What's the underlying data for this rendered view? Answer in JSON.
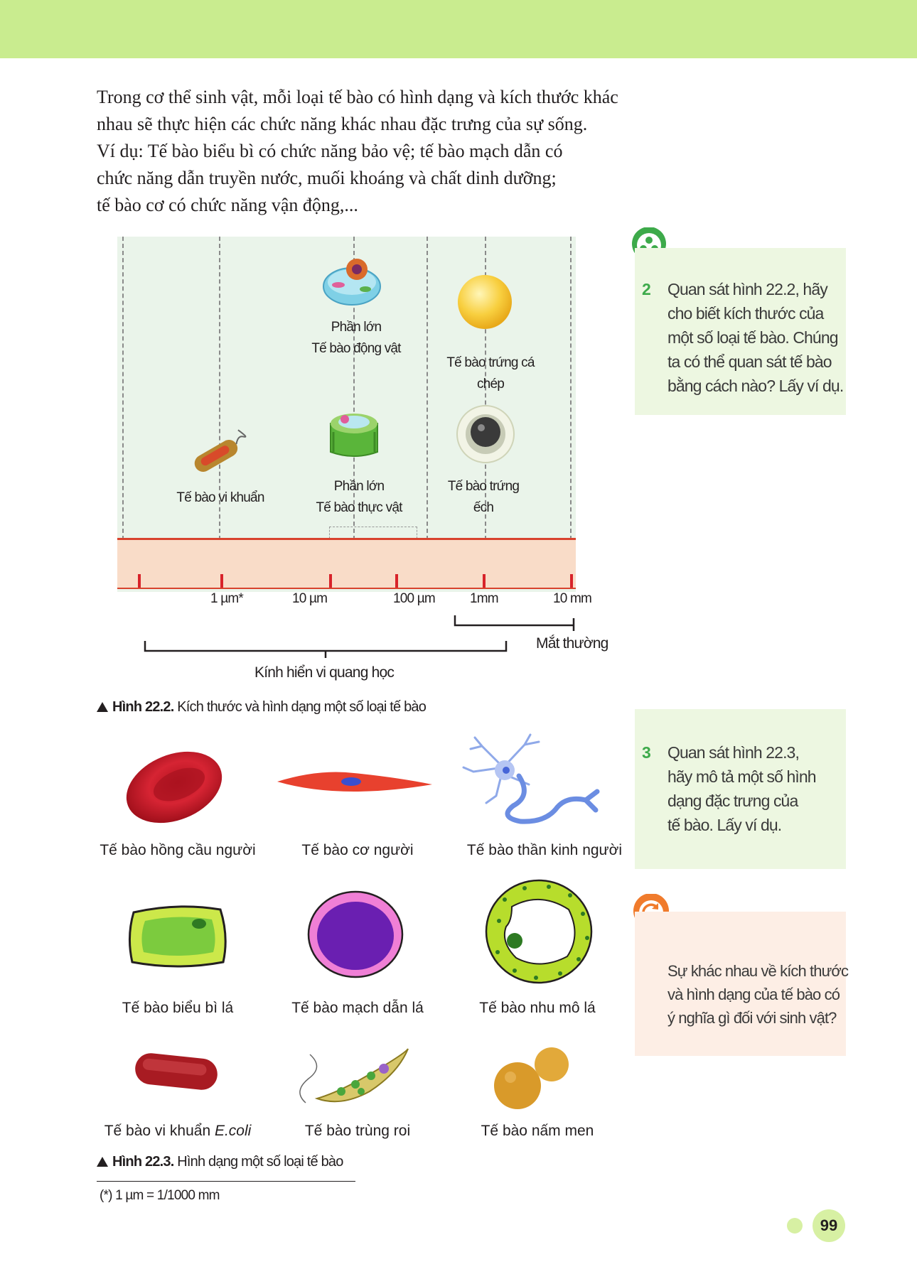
{
  "intro": {
    "lines": [
      "Trong cơ thể sinh vật, mỗi loại tế bào có hình dạng và kích thước khác",
      "nhau sẽ thực hiện các chức năng khác nhau đặc trưng của sự sống.",
      "Ví dụ: Tế bào biểu bì có chức năng bảo vệ; tế bào mạch dẫn có",
      "chức năng dẫn truyền nước, muối khoáng và chất dinh dưỡng;",
      "tế bào cơ có chức năng vận động,..."
    ]
  },
  "figure_22_2": {
    "cells": {
      "animal_line1": "Phần lớn",
      "animal_line2": "Tế bào động vật",
      "carp_egg": "Tế bào trứng cá chép",
      "bacteria": "Tế bào vi khuẩn",
      "plant_line1": "Phần lớn",
      "plant_line2": "Tế bào thực vật",
      "frog_egg": "Tế bào trứng ếch"
    },
    "scale": [
      "1 µm*",
      "10 µm",
      "100 µm",
      "1mm",
      "10 mm"
    ],
    "naked_eye": "Mắt thường",
    "microscope": "Kính hiển vi quang học",
    "caption_bold": "Hình  22.2.",
    "caption_text": " Kích thước và hình dạng một số loại tế bào"
  },
  "figure_22_3": {
    "row1": [
      "Tế bào hồng cầu người",
      "Tế bào cơ người",
      "Tế bào thần kinh người"
    ],
    "row2": [
      "Tế bào biểu bì lá",
      "Tế bào mạch dẫn lá",
      "Tế bào nhu mô lá"
    ],
    "row3_ecoli_prefix": "Tế bào vi khuẩn ",
    "row3_ecoli_italic": "E.coli",
    "row3": [
      "Tế bào trùng roi",
      "Tế bào nấm men"
    ],
    "caption_bold": "Hình 22.3.",
    "caption_text": " Hình dạng một số loại tế bào"
  },
  "footnote": "(*) 1 µm = 1/1000 mm",
  "questions": {
    "q2_num": "2",
    "q2_lines": [
      "Quan sát hình 22.2, hãy",
      "cho biết kích thước của",
      "một số loại tế bào. Chúng",
      "ta có thể quan sát tế bào",
      "bằng cách nào? Lấy ví dụ."
    ],
    "q3_num": "3",
    "q3_lines": [
      "Quan sát hình 22.3,",
      "hãy mô tả một số hình",
      "dạng đặc trưng của",
      "tế bào. Lấy ví dụ."
    ],
    "review_lines": [
      "Sự khác nhau về kích thước",
      "và hình dạng của tế bào có",
      "ý nghĩa gì đối với sinh vật?"
    ]
  },
  "page_number": "99",
  "colors": {
    "header_green": "#c9ec8f",
    "ruler_red": "#d8432e",
    "question_green": "#3daa4a",
    "review_orange": "#f07b2c"
  }
}
